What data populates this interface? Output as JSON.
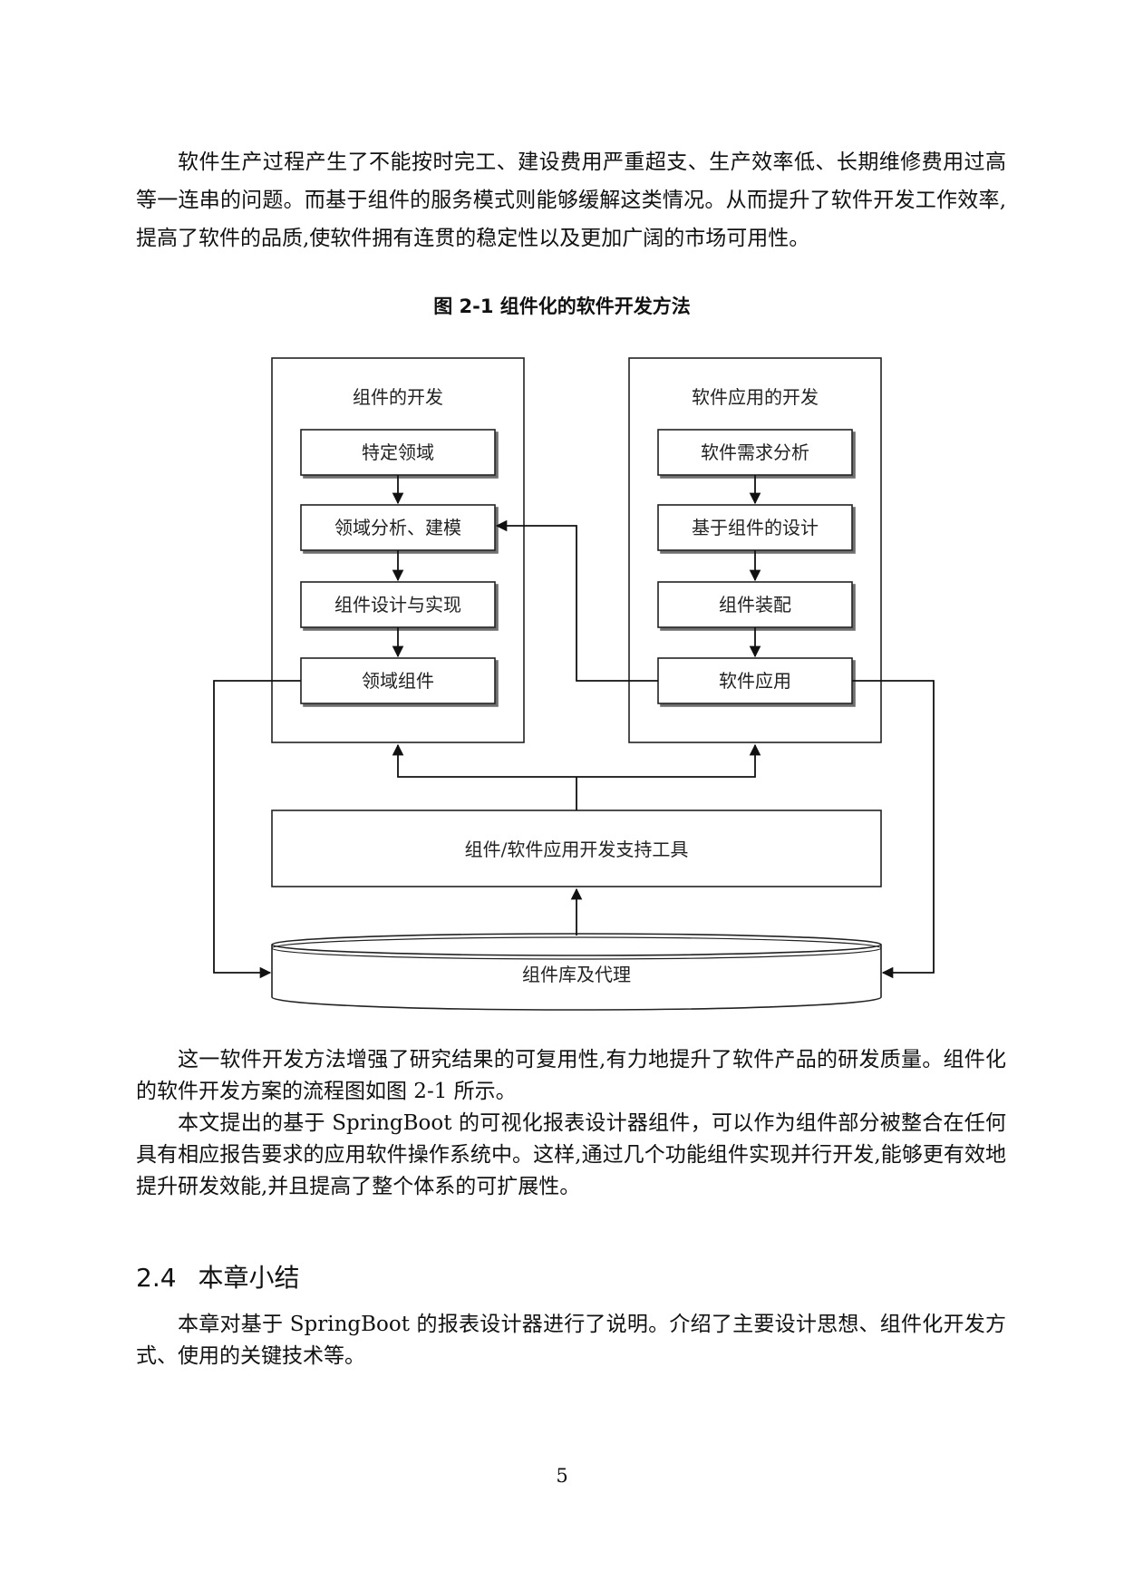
{
  "intro_paragraph": "软件生产过程产生了不能按时完工、建设费用严重超支、生产效率低、长期维修费用过高等一连串的问题。而基于组件的服务模式则能够缓解这类情况。从而提升了软件开发工作效率,提高了软件的品质,使软件拥有连贯的稳定性以及更加广阔的市场可用性。",
  "figure": {
    "caption": "图 2-1  组件化的软件开发方法",
    "left_panel": {
      "title": "组件的开发",
      "steps": [
        "特定领域",
        "领域分析、建模",
        "组件设计与实现",
        "领域组件"
      ]
    },
    "right_panel": {
      "title": "软件应用的开发",
      "steps": [
        "软件需求分析",
        "基于组件的设计",
        "组件装配",
        "软件应用"
      ]
    },
    "support_tools": "组件/软件应用开发支持工具",
    "repository": "组件库及代理"
  },
  "body_paragraph_1": "这一软件开发方法增强了研究结果的可复用性,有力地提升了软件产品的研发质量。组件化的软件开发方案的流程图如图 2-1 所示。",
  "body_paragraph_2": "本文提出的基于 SpringBoot 的可视化报表设计器组件，可以作为组件部分被整合在任何具有相应报告要求的应用软件操作系统中。这样,通过几个功能组件实现并行开发,能够更有效地提升研发效能,并且提高了整个体系的可扩展性。",
  "section": {
    "number": "2.4",
    "title": "本章小结"
  },
  "summary_paragraph": "本章对基于 SpringBoot 的报表设计器进行了说明。介绍了主要设计思想、组件化开发方式、使用的关键技术等。",
  "page_number": "5"
}
